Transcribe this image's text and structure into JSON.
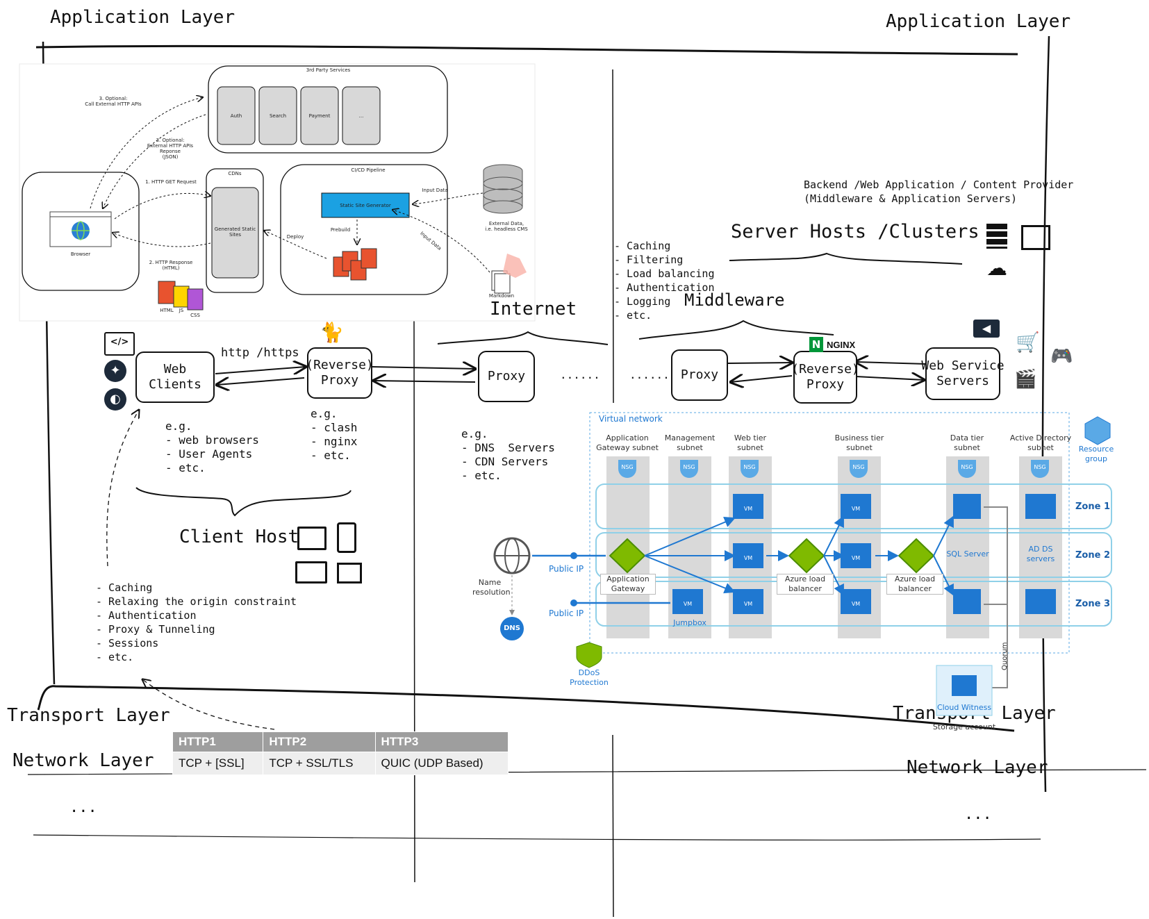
{
  "layers": {
    "application_left": "Application Layer",
    "application_right": "Application Layer",
    "transport_left": "Transport Layer",
    "transport_right": "Transport Layer",
    "network_left": "Network Layer",
    "network_right": "Network Layer",
    "ellipsis_left": "...",
    "ellipsis_right": "..."
  },
  "jamstack": {
    "third_party_title": "3rd Party Services",
    "services": [
      "Auth",
      "Search",
      "Payment",
      "..."
    ],
    "cdn_title": "CDNs",
    "cdn_content": "Generated Static Sites",
    "cicd_title": "CI/CD Pipeline",
    "ssg": "Static Site Generator",
    "prebuild": "Prebuild",
    "deploy": "Deploy",
    "input_data_1": "Input Data",
    "input_data_2": "Input Data",
    "external_data": "External Data,\ni.e. headless CMS",
    "markdown": "Markdown",
    "browser": "Browser",
    "call_external": "3. Optional:\nCall External HTTP APIs",
    "external_response": "3. Optional:\nExternal HTTP APIs\nReponse\n(JSON)",
    "http_get": "1. HTTP GET Request",
    "http_response": "2. HTTP Response\n(HTML)",
    "html_label": "HTML",
    "js_label": "JS",
    "css_label": "CSS"
  },
  "flow": {
    "web_clients": "Web Clients",
    "http_label": "http /https",
    "reverse_proxy_left": "(Reverse)\nProxy",
    "proxy_internet": "Proxy",
    "dots_1": "......",
    "dots_2": "......",
    "proxy_middle": "Proxy",
    "reverse_proxy_right": "(Reverse)\nProxy",
    "nginx": "NGINX",
    "web_service": "Web Service\nServers",
    "internet": "Internet",
    "middleware": "Middleware",
    "server_hosts": "Server Hosts /Clusters",
    "backend_title": "Backend /Web Application / Content Provider\n(Middleware & Application Servers)",
    "client_host": "Client Host",
    "clients_eg": "e.g.\n- web browsers\n- User Agents\n- etc.",
    "proxy_eg": "e.g.\n- clash\n- nginx\n- etc.",
    "internet_eg": "e.g.\n- DNS  Servers\n- CDN Servers\n- etc.",
    "middleware_features": "- Caching\n- Filtering\n- Load balancing\n- Authentication\n- Logging\n- etc.",
    "rest_features": "- Caching\n- Relaxing the origin constraint\n- Authentication\n- Proxy & Tunneling\n- Sessions\n- etc."
  },
  "azure": {
    "vnet": "Virtual network",
    "resource_group": "Resource\ngroup",
    "subnets": [
      "Application\nGateway subnet",
      "Management\nsubnet",
      "Web tier\nsubnet",
      "Business tier\nsubnet",
      "Data tier\nsubnet",
      "Active Directory\nsubnet"
    ],
    "nsg": "NSG",
    "zones": [
      "Zone 1",
      "Zone 2",
      "Zone 3"
    ],
    "public_ip_1": "Public IP",
    "public_ip_2": "Public IP",
    "name_resolution": "Name\nresolution",
    "dns": "DNS",
    "app_gateway": "Application\nGateway",
    "jumpbox": "Jumpbox",
    "vm": "VM",
    "lb_1": "Azure load\nbalancer",
    "lb_2": "Azure load\nbalancer",
    "sql": "SQL Server",
    "adds": "AD DS\nservers",
    "ddos": "DDoS\nProtection",
    "quorum": "Quorum",
    "cloud_witness": "Cloud Witness",
    "storage": "Storage account"
  },
  "protocols": {
    "headers": [
      "HTTP1",
      "HTTP2",
      "HTTP3"
    ],
    "values": [
      "TCP + [SSL]",
      "TCP + SSL/TLS",
      "QUIC (UDP Based)"
    ]
  },
  "colors": {
    "azure_blue": "#0078d4",
    "zone_line": "#8fd0e8",
    "subnet_gray": "#d9d9d9",
    "ssg_cyan": "#1ba1e2",
    "lb_green": "#7fba00"
  }
}
